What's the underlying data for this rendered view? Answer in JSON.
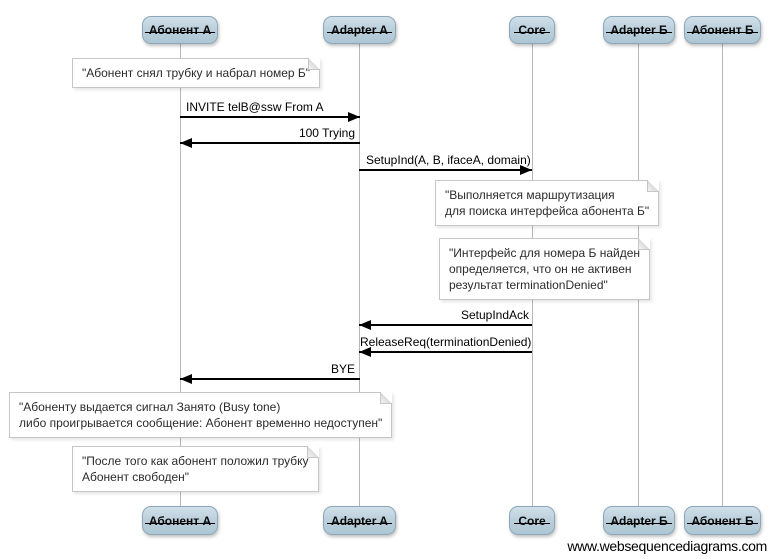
{
  "diagram_type": "sequence-diagram",
  "actors": [
    {
      "label": "Абонент А"
    },
    {
      "label": "Adapter A"
    },
    {
      "label": "Core"
    },
    {
      "label": "Adapter Б"
    },
    {
      "label": "Абонент Б"
    }
  ],
  "messages": [
    {
      "label": "INVITE telB@ssw From A",
      "from": "Абонент А",
      "to": "Adapter A",
      "direction": "right"
    },
    {
      "label": "100 Trying",
      "from": "Adapter A",
      "to": "Абонент А",
      "direction": "left"
    },
    {
      "label": "SetupInd(A, B, ifaceA, domain)",
      "from": "Adapter A",
      "to": "Core",
      "direction": "right"
    },
    {
      "label": "SetupIndAck",
      "from": "Core",
      "to": "Adapter A",
      "direction": "left"
    },
    {
      "label": "ReleaseReq(terminationDenied)",
      "from": "Core",
      "to": "Adapter A",
      "direction": "left"
    },
    {
      "label": "BYE",
      "from": "Adapter A",
      "to": "Абонент А",
      "direction": "left"
    }
  ],
  "notes": [
    {
      "over": "Абонент А",
      "lines": [
        "\"Абонент снял трубку и набрал номер Б\""
      ]
    },
    {
      "over": "Core",
      "lines": [
        "\"Выполняется маршрутизация",
        "для поиска интерфейса абонента Б\""
      ]
    },
    {
      "over": "Core",
      "lines": [
        "\"Интерфейс для номера Б найден",
        "определяется, что он не активен",
        "результат terminationDenied\""
      ]
    },
    {
      "over": "Абонент А",
      "lines": [
        "\"Абоненту выдается сигнал Занято (Busy tone)",
        "либо проигрывается сообщение: Абонент временно недоступен\""
      ]
    },
    {
      "over": "Абонент А",
      "lines": [
        "\"После того как абонент положил трубку",
        "Абонент свободен\""
      ]
    }
  ],
  "watermark": "www.websequencediagrams.com",
  "colors": {
    "actor_fill_top": "#d0e0e9",
    "actor_fill_bottom": "#aec6d4",
    "actor_border": "#8ba7b9",
    "lifeline": "#b4b8ba",
    "note_border": "#c6c6c6",
    "message": "#000000",
    "background": "#ffffff"
  }
}
